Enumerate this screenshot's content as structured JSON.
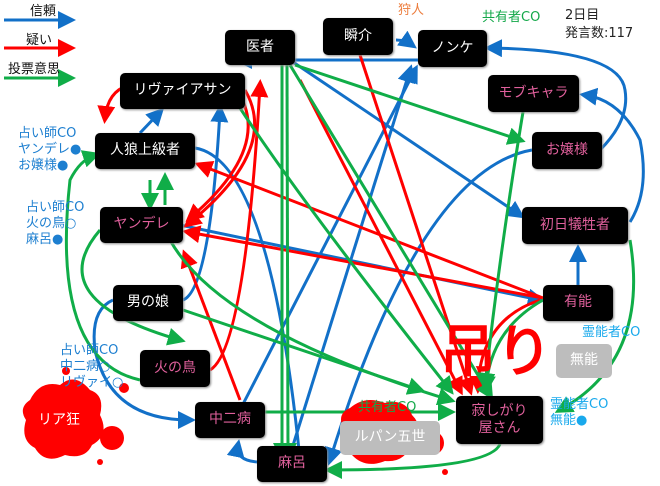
{
  "legend": {
    "trust": "信頼",
    "doubt": "疑い",
    "vote": "投票意思"
  },
  "colors": {
    "trust": "#1270c8",
    "doubt": "#ff0000",
    "vote": "#10ad48",
    "dead_text": "#e0609c"
  },
  "status": {
    "day": "2日目",
    "post_count": "発言数:117"
  },
  "nodes": {
    "isha": "医者",
    "shunsuke": "瞬介",
    "nonke": "ノンケ",
    "leviathan": "リヴァイアサン",
    "mobchara": "モブキャラ",
    "jinro": "人狼上級者",
    "ojousama": "お嬢様",
    "yandere": "ヤンデレ",
    "shonichi": "初日犠牲者",
    "otokonoko": "男の娘",
    "yuunou": "有能",
    "hinotori": "火の鳥",
    "chuunibyou": "中二病",
    "maro": "麻呂",
    "sabishigari_1": "寂しがり",
    "sabishigari_2": "屋さん",
    "munou": "無能",
    "lupin": "ルパン五世",
    "riakyou": "リア狂"
  },
  "annotations": {
    "hunter": "狩人",
    "sharer_top": "共有者CO",
    "seer1": [
      "占い師CO",
      "ヤンデレ●",
      "お嬢様●"
    ],
    "seer2": [
      "占い師CO",
      "火の鳥○",
      "麻呂●"
    ],
    "seer3": [
      "占い師CO",
      "中二病○",
      "リヴァイ○"
    ],
    "medium1": "霊能者CO",
    "medium2": [
      "霊能者CO",
      "無能●"
    ],
    "sharer_bottom": "共有者CO",
    "hanged": "吊り"
  }
}
